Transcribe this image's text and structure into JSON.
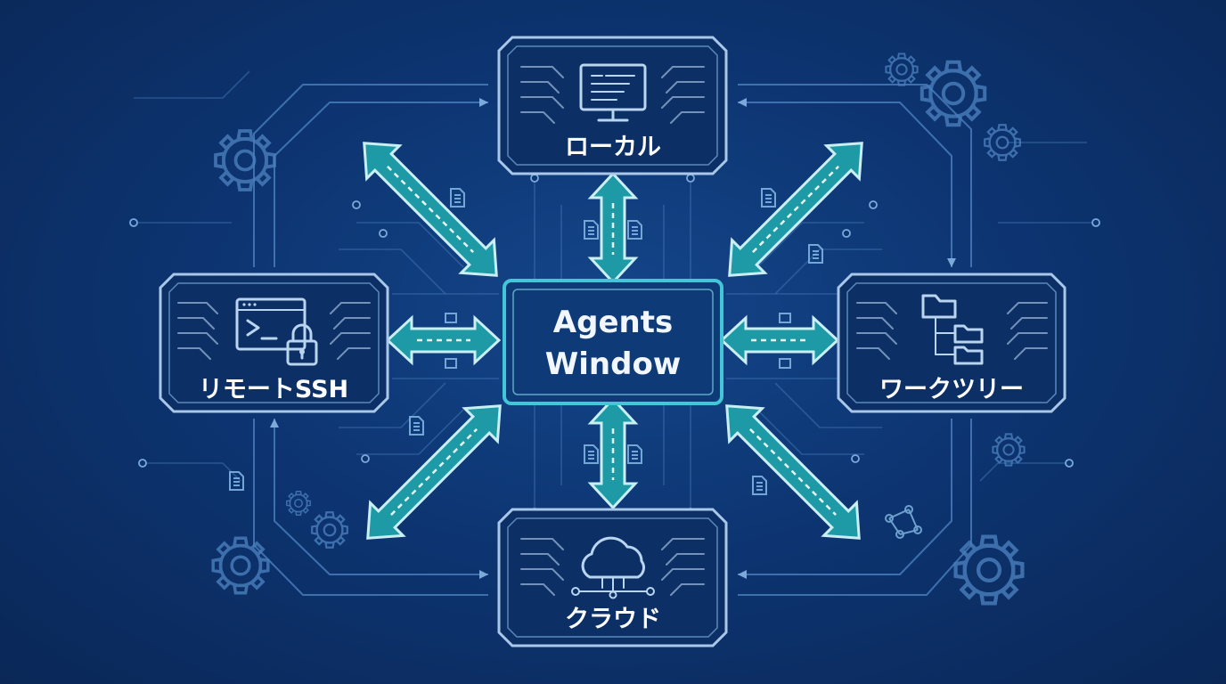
{
  "center": {
    "line1": "Agents",
    "line2": "Window"
  },
  "nodes": [
    {
      "id": "local",
      "label": "ローカル",
      "icon": "monitor-icon"
    },
    {
      "id": "remote-ssh",
      "label": "リモートSSH",
      "icon": "terminal-lock-icon"
    },
    {
      "id": "worktree",
      "label": "ワークツリー",
      "icon": "folder-tree-icon"
    },
    {
      "id": "cloud",
      "label": "クラウド",
      "icon": "cloud-icon"
    }
  ],
  "colors": {
    "background": "#0d3572",
    "node_border": "#a9c7e8",
    "center_border": "#43c7d8",
    "arrow_fill": "#1e9aa6",
    "trace": "#4f86c4"
  }
}
